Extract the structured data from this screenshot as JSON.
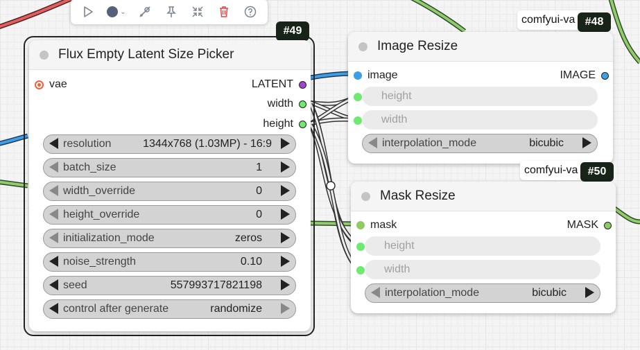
{
  "toolbar": {
    "icons": [
      "play-icon",
      "color-circle-icon",
      "chevron-down-icon",
      "bypass-icon",
      "pin-icon",
      "collapse-icon",
      "trash-icon",
      "help-icon"
    ]
  },
  "node49": {
    "id_badge": "#49",
    "title": "Flux Empty Latent Size Picker",
    "input_vae": "vae",
    "out_latent": "LATENT",
    "out_width": "width",
    "out_height": "height",
    "widgets": [
      {
        "label": "resolution",
        "value": "1344x768 (1.03MP) - 16:9"
      },
      {
        "label": "batch_size",
        "value": "1"
      },
      {
        "label": "width_override",
        "value": "0"
      },
      {
        "label": "height_override",
        "value": "0"
      },
      {
        "label": "initialization_mode",
        "value": "zeros"
      },
      {
        "label": "noise_strength",
        "value": "0.10"
      },
      {
        "label": "seed",
        "value": "557993717821198"
      },
      {
        "label": "control after generate",
        "value": "randomize"
      }
    ]
  },
  "node48": {
    "tag": "comfyui-va",
    "id_badge": "#48",
    "title": "Image Resize",
    "input_image": "image",
    "out_image": "IMAGE",
    "in_height": "height",
    "in_width": "width",
    "widget_label": "interpolation_mode",
    "widget_value": "bicubic"
  },
  "node50": {
    "tag": "comfyui-va",
    "id_badge": "#50",
    "title": "Mask Resize",
    "input_mask": "mask",
    "out_mask": "MASK",
    "in_height": "height",
    "in_width": "width",
    "widget_label": "interpolation_mode",
    "widget_value": "bicubic"
  },
  "colors": {
    "vae": "#f0633a",
    "latent": "#a345c9",
    "int": "#6eea6e",
    "image": "#3e9fe6",
    "mask": "#8fcb62"
  }
}
